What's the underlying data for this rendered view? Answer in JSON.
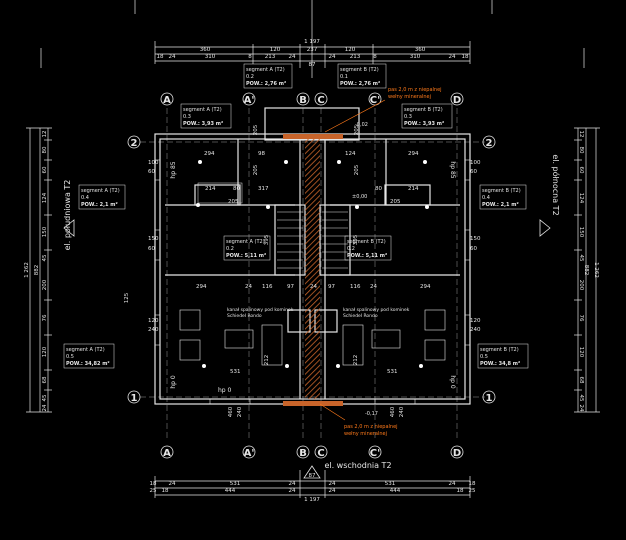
{
  "colors": {
    "background": "#000000",
    "line": "#e6e6e6",
    "accent": "#ff7a1a",
    "hatch": "#c8642a"
  },
  "elevations": {
    "south": "el. południowa T2",
    "north": "el. północna T2",
    "east": "el. wschodnia T2"
  },
  "axes": {
    "columns": [
      "A",
      "A'",
      "B",
      "C",
      "C'",
      "D"
    ],
    "rows": [
      "2",
      "1"
    ]
  },
  "top_dims": {
    "overall": "1 197",
    "second": [
      "360",
      "120",
      "237",
      "120",
      "360"
    ],
    "third": [
      "18",
      "24",
      "310",
      "8",
      "213",
      "24",
      "24",
      "213",
      "8",
      "310",
      "24",
      "18"
    ],
    "center": "87"
  },
  "bottom_dims": {
    "overall": "1 197",
    "row1": [
      "18",
      "24",
      "531",
      "24",
      "24",
      "531",
      "24",
      "18"
    ],
    "row2": [
      "25",
      "18",
      "444",
      "24",
      "24",
      "444",
      "18",
      "25"
    ],
    "center": "87"
  },
  "left_dims": {
    "outer": [
      "1 262",
      "882"
    ],
    "inner": [
      "12",
      "80",
      "60",
      "124",
      "150",
      "45",
      "200",
      "76",
      "120",
      "68",
      "45",
      "24"
    ]
  },
  "right_dims": {
    "outer": [
      "1 262",
      "882"
    ],
    "inner": [
      "12",
      "80",
      "60",
      "124",
      "150",
      "45",
      "200",
      "76",
      "120",
      "68",
      "45",
      "24"
    ]
  },
  "segments": [
    {
      "name": "segment A (T2)",
      "num": "0.2",
      "area": "POW.: 2,76 m²"
    },
    {
      "name": "segment B (T2)",
      "num": "0.1",
      "area": "POW.: 2,76 m²"
    },
    {
      "name": "segment A (T2)",
      "num": "0.3",
      "area": "POW.: 3,93 m²"
    },
    {
      "name": "segment B (T2)",
      "num": "0.3",
      "area": "POW.: 3,93 m²"
    },
    {
      "name": "segment A (T2)",
      "num": "0.4",
      "area": "POW.: 2,1 m²"
    },
    {
      "name": "segment B (T2)",
      "num": "0.4",
      "area": "POW.: 2,1 m²"
    },
    {
      "name": "segment A (T2)",
      "num": "0.2",
      "area": "POW.: 5,11 m²"
    },
    {
      "name": "segment B (T2)",
      "num": "0.2",
      "area": "POW.: 5,11 m²"
    },
    {
      "name": "segment A (T2)",
      "num": "0.5",
      "area": "POW.: 34,82 m²"
    },
    {
      "name": "segment B (T2)",
      "num": "0.5",
      "area": "POW.: 34,8 m²"
    }
  ],
  "notes": {
    "top_orange": [
      "pas 2,0 m z niepalnej",
      "wełny mineralnej"
    ],
    "bottom_orange": [
      "pas 2,0 m z niepalnej",
      "wełny mineralnej"
    ],
    "level_top": "-0,02",
    "level_mid": "±0,00",
    "level_bottom": "-0,17",
    "duct_left": [
      "kanał spalinowy pod kominek",
      "Schiedel Rondo"
    ],
    "duct_right": [
      "kanał spalinowy pod kominek",
      "Schiedel Rondo"
    ]
  },
  "rooms": {
    "hp_top_left": "hp 85",
    "hp_top_right": "hp 85",
    "hp_bottom_left": "hp 0",
    "hp_bottom_right": "hp 0",
    "hp_center": "hp 0"
  },
  "plan_dims": {
    "top_row": [
      "294",
      "98",
      "124",
      "294"
    ],
    "row_214": [
      "214",
      "80",
      "317",
      "80",
      "214"
    ],
    "row_205": [
      "205",
      "205"
    ],
    "row_mid": [
      "294",
      "24",
      "116",
      "97",
      "24",
      "97",
      "116",
      "24",
      "294"
    ],
    "row_531": [
      "531",
      "531"
    ],
    "vert_left": [
      "205",
      "205",
      "395",
      "212"
    ],
    "vert_right": [
      "205",
      "205",
      "395",
      "212"
    ],
    "v_left_rooms": [
      "100",
      "60",
      "150",
      "60",
      "120",
      "240"
    ],
    "v_right_rooms": [
      "100",
      "60",
      "150",
      "60",
      "120",
      "240"
    ],
    "bottom_small": [
      "460",
      "240",
      "460",
      "240"
    ],
    "side_125": "125"
  }
}
